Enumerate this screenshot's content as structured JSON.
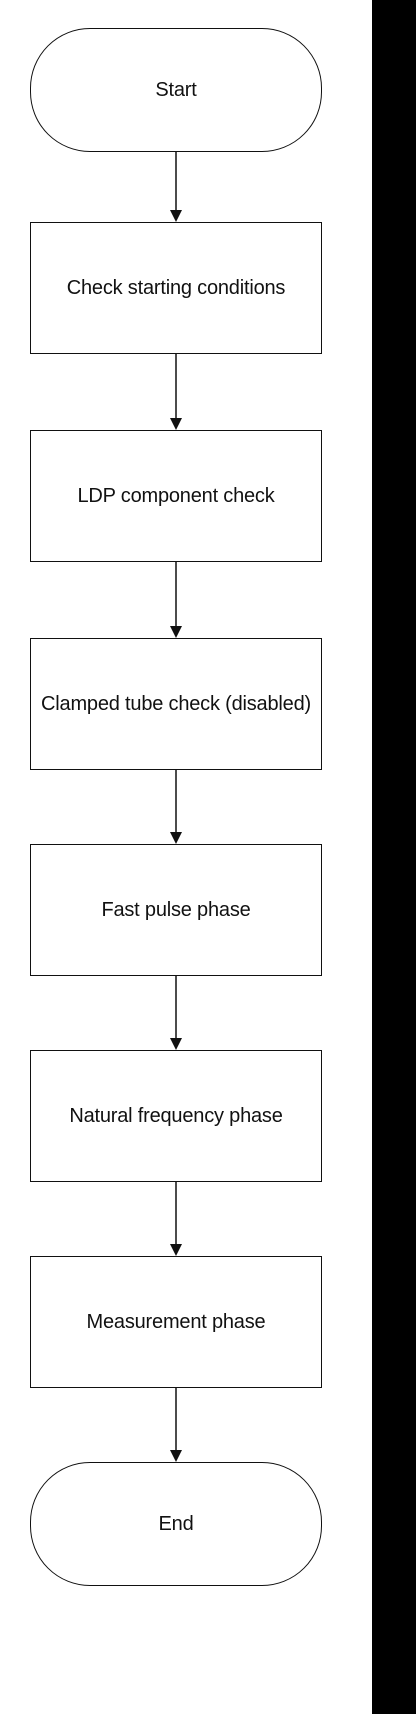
{
  "diagram": {
    "nodes": [
      {
        "id": "start",
        "shape": "terminal",
        "text": "Start"
      },
      {
        "id": "check-starting-conditions",
        "shape": "process",
        "text": "Check starting conditions"
      },
      {
        "id": "ldp-component-check",
        "shape": "process",
        "text": "LDP component check"
      },
      {
        "id": "clamped-tube-check",
        "shape": "process",
        "text": "Clamped tube check (disabled)"
      },
      {
        "id": "fast-pulse-phase",
        "shape": "process",
        "text": "Fast pulse phase"
      },
      {
        "id": "natural-frequency-phase",
        "shape": "process",
        "text": "Natural frequency phase"
      },
      {
        "id": "measurement-phase",
        "shape": "process",
        "text": "Measurement phase"
      },
      {
        "id": "end",
        "shape": "terminal",
        "text": "End"
      }
    ],
    "edges": [
      {
        "from": "start",
        "to": "check-starting-conditions"
      },
      {
        "from": "check-starting-conditions",
        "to": "ldp-component-check"
      },
      {
        "from": "ldp-component-check",
        "to": "clamped-tube-check"
      },
      {
        "from": "clamped-tube-check",
        "to": "fast-pulse-phase"
      },
      {
        "from": "fast-pulse-phase",
        "to": "natural-frequency-phase"
      },
      {
        "from": "natural-frequency-phase",
        "to": "measurement-phase"
      },
      {
        "from": "measurement-phase",
        "to": "end"
      }
    ],
    "colors": {
      "line": "#111111",
      "background": "#ffffff",
      "edge_bar": "#000000"
    }
  }
}
